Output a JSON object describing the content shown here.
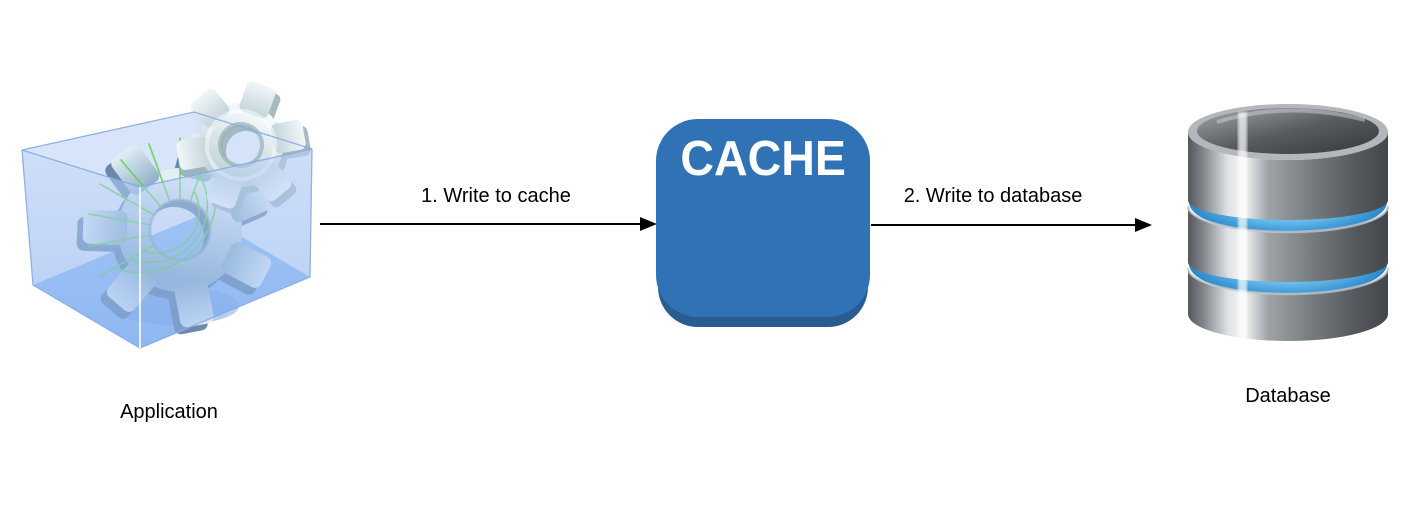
{
  "diagram": {
    "background_color": "#ffffff",
    "nodes": [
      {
        "id": "application",
        "label": "Application",
        "icon": "application-3d-box-gears-icon"
      },
      {
        "id": "cache",
        "label": "CACHE",
        "fill_color": "#2f72b6",
        "shadow_color": "#2a5c90",
        "text_color": "#ffffff"
      },
      {
        "id": "database",
        "label": "Database",
        "icon": "database-cylinder-icon"
      }
    ],
    "edges": [
      {
        "from": "application",
        "to": "cache",
        "label": "1. Write to cache",
        "color": "#000000"
      },
      {
        "from": "cache",
        "to": "database",
        "label": "2. Write to database",
        "color": "#000000"
      }
    ],
    "icon_colors": {
      "app_box_blue": "#a6c6f2",
      "app_floor_blue": "#82b1f2",
      "gear_mesh_green": "#62d44c",
      "gear_steel_blue": "#8fb0c9",
      "gear_silver": "#e6eef1",
      "db_metal_light": "#f4f5f6",
      "db_metal_dark": "#464a4e",
      "db_band_blue": "#6ec2f0"
    }
  }
}
